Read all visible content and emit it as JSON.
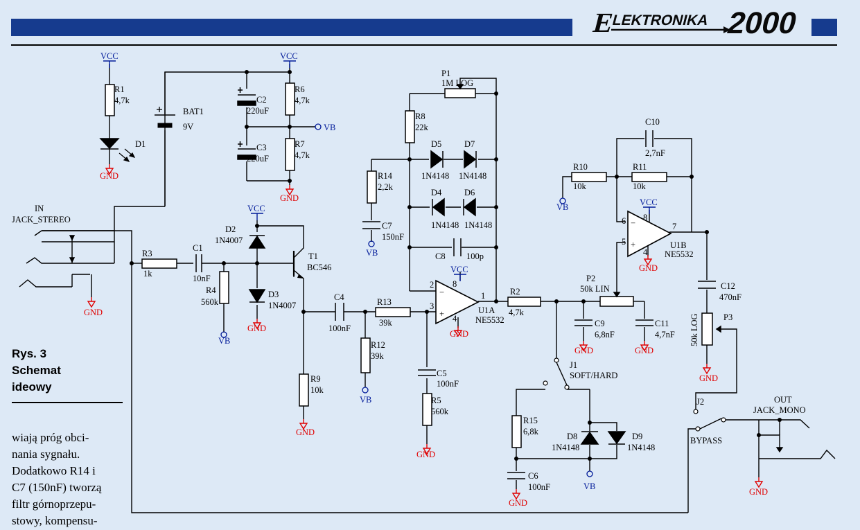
{
  "header": {
    "logo_initial": "E",
    "logo_word": "LEKTRONIKA",
    "logo_year": "2000"
  },
  "caption": {
    "line1": "Rys. 3",
    "line2": "Schemat",
    "line3": "ideowy"
  },
  "body_text": [
    "wiają próg obci-",
    "nania sygnału.",
    "Dodatkowo R14 i",
    "C7 (150nF) tworzą",
    "filtr górnoprzepu-",
    "stowy, kompensu-"
  ],
  "net_labels": {
    "vcc": "VCC",
    "gnd": "GND",
    "vb": "VB"
  },
  "components": {
    "r1": {
      "ref": "R1",
      "value": "4,7k"
    },
    "d1": {
      "ref": "D1"
    },
    "bat1": {
      "ref": "BAT1",
      "value": "9V"
    },
    "c2": {
      "ref": "C2",
      "value": "220uF"
    },
    "c3": {
      "ref": "C3",
      "value": "220uF"
    },
    "r6": {
      "ref": "R6",
      "value": "4,7k"
    },
    "r7": {
      "ref": "R7",
      "value": "4,7k"
    },
    "in": {
      "ref": "IN",
      "value": "JACK_STEREO"
    },
    "r3": {
      "ref": "R3",
      "value": "1k"
    },
    "c1": {
      "ref": "C1",
      "value": "10nF"
    },
    "r4": {
      "ref": "R4",
      "value": "560k"
    },
    "d2": {
      "ref": "D2",
      "value": "1N4007"
    },
    "d3": {
      "ref": "D3",
      "value": "1N4007"
    },
    "t1": {
      "ref": "T1",
      "value": "BC546"
    },
    "r9": {
      "ref": "R9",
      "value": "10k"
    },
    "c4": {
      "ref": "C4",
      "value": "100nF"
    },
    "r13": {
      "ref": "R13",
      "value": "39k"
    },
    "r12": {
      "ref": "R12",
      "value": "39k"
    },
    "c5": {
      "ref": "C5",
      "value": "100nF"
    },
    "r5": {
      "ref": "R5",
      "value": "560k"
    },
    "r14": {
      "ref": "R14",
      "value": "2,2k"
    },
    "c7": {
      "ref": "C7",
      "value": "150nF"
    },
    "r8": {
      "ref": "R8",
      "value": "22k"
    },
    "p1": {
      "ref": "P1",
      "value": "1M LOG"
    },
    "d5": {
      "ref": "D5",
      "value": "1N4148"
    },
    "d7": {
      "ref": "D7",
      "value": "1N4148"
    },
    "d4": {
      "ref": "D4",
      "value": "1N4148"
    },
    "d6": {
      "ref": "D6",
      "value": "1N4148"
    },
    "c8": {
      "ref": "C8",
      "value": "100p"
    },
    "u1a": {
      "ref": "U1A",
      "value": "NE5532"
    },
    "r2": {
      "ref": "R2",
      "value": "4,7k"
    },
    "p2": {
      "ref": "P2",
      "value": "50k LIN"
    },
    "c9": {
      "ref": "C9",
      "value": "6,8nF"
    },
    "c11": {
      "ref": "C11",
      "value": "4,7nF"
    },
    "j1": {
      "ref": "J1",
      "value": "SOFT/HARD"
    },
    "r15": {
      "ref": "R15",
      "value": "6,8k"
    },
    "c6": {
      "ref": "C6",
      "value": "100nF"
    },
    "d8": {
      "ref": "D8",
      "value": "1N4148"
    },
    "d9": {
      "ref": "D9",
      "value": "1N4148"
    },
    "c10": {
      "ref": "C10",
      "value": "2,7nF"
    },
    "r10": {
      "ref": "R10",
      "value": "10k"
    },
    "r11": {
      "ref": "R11",
      "value": "10k"
    },
    "u1b": {
      "ref": "U1B",
      "value": "NE5532"
    },
    "c12": {
      "ref": "C12",
      "value": "470nF"
    },
    "p3": {
      "ref": "P3",
      "value": "50k LOG"
    },
    "j2": {
      "ref": "J2",
      "value": "BYPASS"
    },
    "out": {
      "ref": "OUT",
      "value": "JACK_MONO"
    }
  },
  "pins": {
    "u1a": {
      "inv": "2",
      "noninv": "3",
      "out": "1",
      "vplus": "8",
      "vminus": "4",
      "minus": "−",
      "plus": "+"
    },
    "u1b": {
      "inv": "6",
      "noninv": "5",
      "out": "7",
      "vplus": "8",
      "vminus": "4",
      "minus": "−",
      "plus": "+"
    }
  },
  "colors": {
    "vcc": "#001a99",
    "gnd": "#e00000",
    "vb": "#001a99",
    "bar": "#163b8e",
    "background": "#dde9f6"
  }
}
